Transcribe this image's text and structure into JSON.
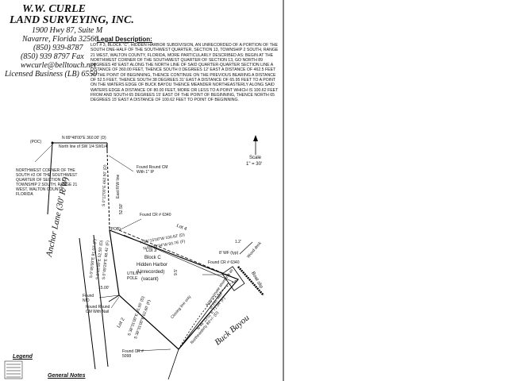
{
  "company": {
    "name_line1": "W.W. CURLE",
    "name_line2": "LAND SURVEYING, INC.",
    "address1": "1900 Hwy 87, Suite M",
    "address2": "Navarre, Florida 32566",
    "phone": "(850) 939-8787",
    "fax": "(850) 939 8797 Fax",
    "email": "wwcurle@belltouch.net",
    "license": "Licensed Business (LB) 6550"
  },
  "legal": {
    "title": "Legal Description:",
    "text": "LOT # 3, BLOCK \"C\", HIDDEN HARBOR SUBDIVISION, AN UNRECORDED OF A PORTION OF THE SOUTH ONE-HALF OF THE SOUTHWEST QUARTER, SECTION 13, TOWNSHIP 2 SOUTH, RANGE 21 WEST, WALTON COUNTY, FLORIDA, MORE PARTICULARLY DESCRIBED AS: BEGIN AT THE NORTHWEST CORNER OF THE SOUTHWEST QUARTER OF SECTION 13, GO NORTH 89 DEGREES 48' EAST ALONG THE NORTH LINE OF SAID QUARTER-QUARTER SECTION LINE A DISTANCE OF 360.00 FEET, THENCE SOUTH 0 DEGREES 12' EAST A DISTANCE OF 462.5 FEET TO THE POINT OF BEGINNING, THENCE CONTINUE ON THE PREVIOUS BEARING A DISTANCE OF 52.5 FEET, THENCE SOUTH 38 DEGREES 31' EAST A DISTANCE OF 65.95 FEET TO A POINT ON THE WATERS EDGE OF BUCK BAYOU THENCE MEANDER NORTHEASTERLY ALONG SAID WATERS EDGE A DISTANCE OF 80.00 FEET, MORE OR LESS TO A POINT WHICH IS 100.62 FEET FROM AND SOUTH 65 DEGREES 15' EAST OF THE POINT OF BEGINNING, THENCE NORTH 65 DEGREES 15' EAST A DISTANCE OF 100.62 FEET TO POINT OF BEGINNING."
  },
  "labels": {
    "poc": "(POC)",
    "north_bearing": "N 89°48'00\"E 360.00' (D)",
    "north_line": "North line of SW 1/4 SW1/4",
    "nw_corner": "NORTHWEST CORNER OF THE SOUTH #2 OF THE SOUTHWEST QUARTER OF SECTION 13, TOWNSHIP 2 SOUTH, RANGE 21 WEST, WALTON COUNTY, FLORIDA",
    "found_cm_1": "Found Round CM With 1\" IP",
    "found_cr_6340": "Found CR # 6340",
    "found_cr_6340b": "Found CR # 6340",
    "lot4": "Lot 4",
    "lot2": "Lot 2",
    "anchor_lane": "Anchor Lane (30' R/W)",
    "lot3": "Lot 3",
    "block_c": "Block C",
    "hidden_harbor": "Hidden Harbor",
    "unrecorded": "(Unrecorded)",
    "vacant": "(vacant)",
    "bearing1": "N 65°15'00\"W 100.62' (D)",
    "bearing2": "N 65°39'34\"W 93.76' (F)",
    "pobl": "(POB)",
    "utility_pole": "UTILITY POLE",
    "found_nid": "Found NID",
    "found_cm_nail": "Found Round CM With Nail",
    "found_cr_5098": "Found CR # 5098",
    "buck_bayou": "Buck Bayou",
    "boat_slip": "Boat slip",
    "wood_deck": "Wood deck",
    "approx_shoreline": "Approximate shoreline as of this date",
    "closing_line": "Closing line only",
    "meander": "Northeasterly 80'+/- (D)",
    "closing_bearing": "N 46°23'02\"E 71.04' (F)",
    "east_rw": "East R/W line",
    "scale": "Scale",
    "scale_value": "1\" = 30'",
    "legend": "Legend",
    "general_notes": "General Notes",
    "d1": "S 0°12'00\"E 462.50' (D)",
    "d2": "52.50'",
    "d3": "S 0°45'00\"E 81.02' (F)",
    "d4": "S 0°15'00\"E 52.50' (D)",
    "d5": "S 0°49'29\"E 48.41' (F)",
    "d6": "15.00'",
    "d7": "S 38°31'00\"E 65.95' (D)",
    "d8": "S 38°31'00\"E 62.60' (F)",
    "d9": "8' WF (typ)",
    "d10": "1.2'",
    "d11": "9.5'"
  }
}
